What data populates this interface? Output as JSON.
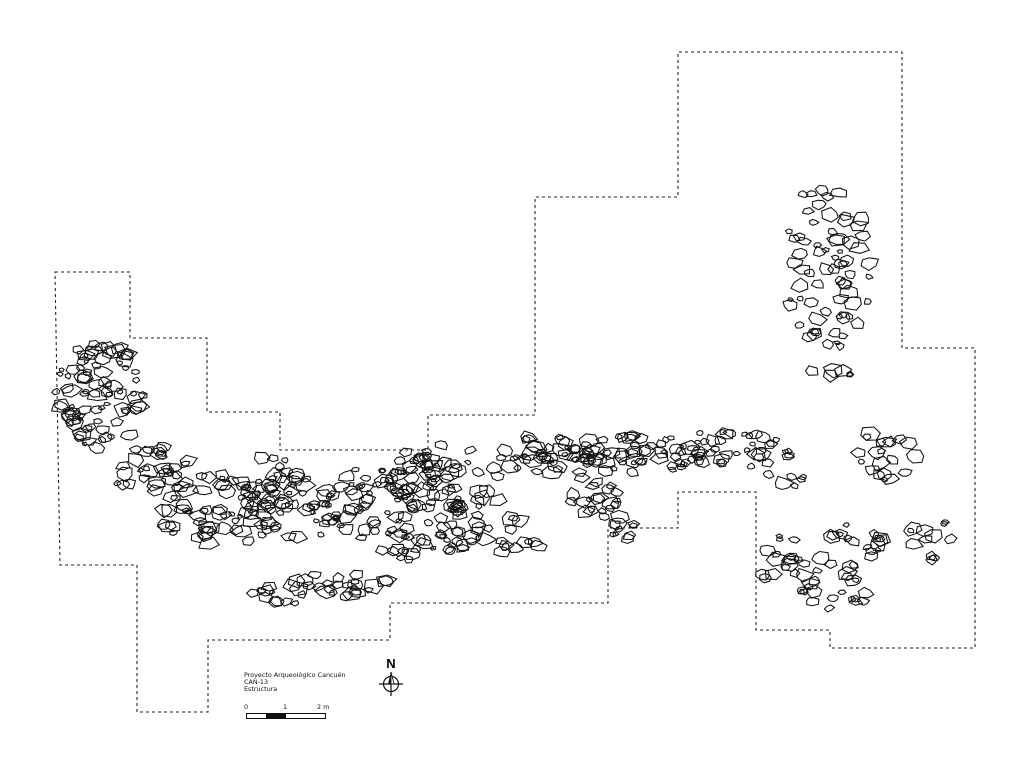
{
  "legend": {
    "project": "Proyecto Arqueológico Cancuén",
    "site": "CAN-13",
    "caption": "Estructura"
  },
  "north_arrow": {
    "label": "N"
  },
  "scale_bar": {
    "ticks": [
      "0",
      "1",
      "2 m"
    ],
    "segments_m": [
      0.5,
      0.5,
      0.5,
      0.5
    ]
  },
  "colors": {
    "ink": "#111111",
    "background": "#ffffff"
  }
}
